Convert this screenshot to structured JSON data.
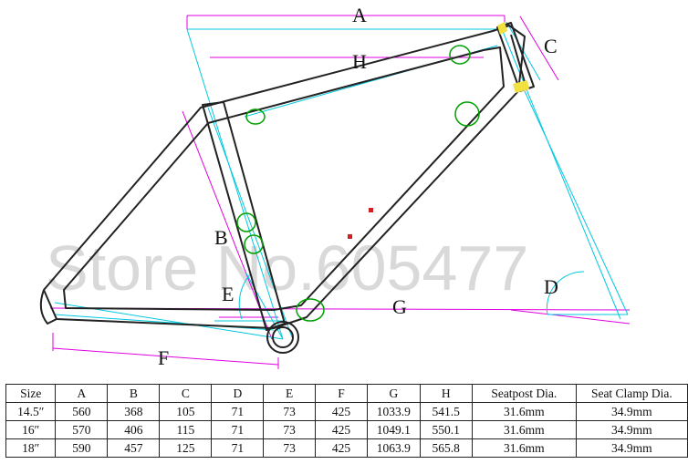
{
  "watermark": "Store No.605477",
  "dimension_labels": {
    "A": "A",
    "B": "B",
    "C": "C",
    "D": "D",
    "E": "E",
    "F": "F",
    "G": "G",
    "H": "H"
  },
  "colors": {
    "frame": "#222222",
    "dimension_magenta": "#e000e0",
    "dimension_cyan": "#00c8e0",
    "marker_green": "#00a000",
    "marker_yellow": "#f0e040"
  },
  "table": {
    "headers": [
      "Size",
      "A",
      "B",
      "C",
      "D",
      "E",
      "F",
      "G",
      "H",
      "Seatpost Dia.",
      "Seat Clamp Dia."
    ],
    "rows": [
      [
        "14.5″",
        "560",
        "368",
        "105",
        "71",
        "73",
        "425",
        "1033.9",
        "541.5",
        "31.6mm",
        "34.9mm"
      ],
      [
        "16″",
        "570",
        "406",
        "115",
        "71",
        "73",
        "425",
        "1049.1",
        "550.1",
        "31.6mm",
        "34.9mm"
      ],
      [
        "18″",
        "590",
        "457",
        "125",
        "71",
        "73",
        "425",
        "1063.9",
        "565.8",
        "31.6mm",
        "34.9mm"
      ]
    ]
  }
}
